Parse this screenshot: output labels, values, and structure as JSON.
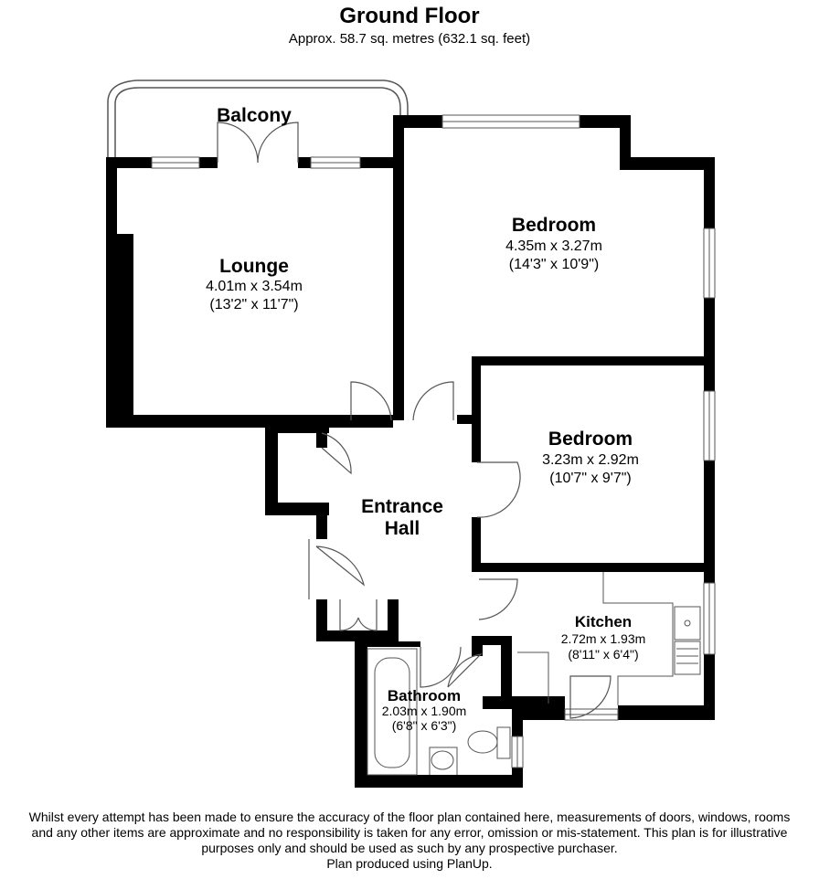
{
  "header": {
    "title": "Ground Floor",
    "subtitle": "Approx. 58.7 sq. metres (632.1 sq. feet)"
  },
  "rooms": {
    "balcony": {
      "name": "Balcony"
    },
    "lounge": {
      "name": "Lounge",
      "metric": "4.01m x 3.54m",
      "imperial": "(13'2\" x 11'7\")"
    },
    "bedroom1": {
      "name": "Bedroom",
      "metric": "4.35m x 3.27m",
      "imperial": "(14'3\" x 10'9\")"
    },
    "bedroom2": {
      "name": "Bedroom",
      "metric": "3.23m x 2.92m",
      "imperial": "(10'7\" x 9'7\")"
    },
    "hall": {
      "name_line1": "Entrance",
      "name_line2": "Hall"
    },
    "kitchen": {
      "name": "Kitchen",
      "metric": "2.72m x 1.93m",
      "imperial": "(8'11\" x 6'4\")"
    },
    "bathroom": {
      "name": "Bathroom",
      "metric": "2.03m x 1.90m",
      "imperial": "(6'8\" x 6'3\")"
    }
  },
  "disclaimer": {
    "line1": "Whilst every attempt has been made to ensure the accuracy of the floor plan contained here, measurements of doors, windows, rooms",
    "line2": "and any other items are approximate and no responsibility is taken for any error, omission or mis-statement. This plan is for illustrative",
    "line3": "purposes only and should be used as such by any prospective purchaser.",
    "line4": "Plan produced using PlanUp."
  },
  "colors": {
    "wall": "#000000",
    "fixture_line": "#555555",
    "background": "#ffffff"
  }
}
